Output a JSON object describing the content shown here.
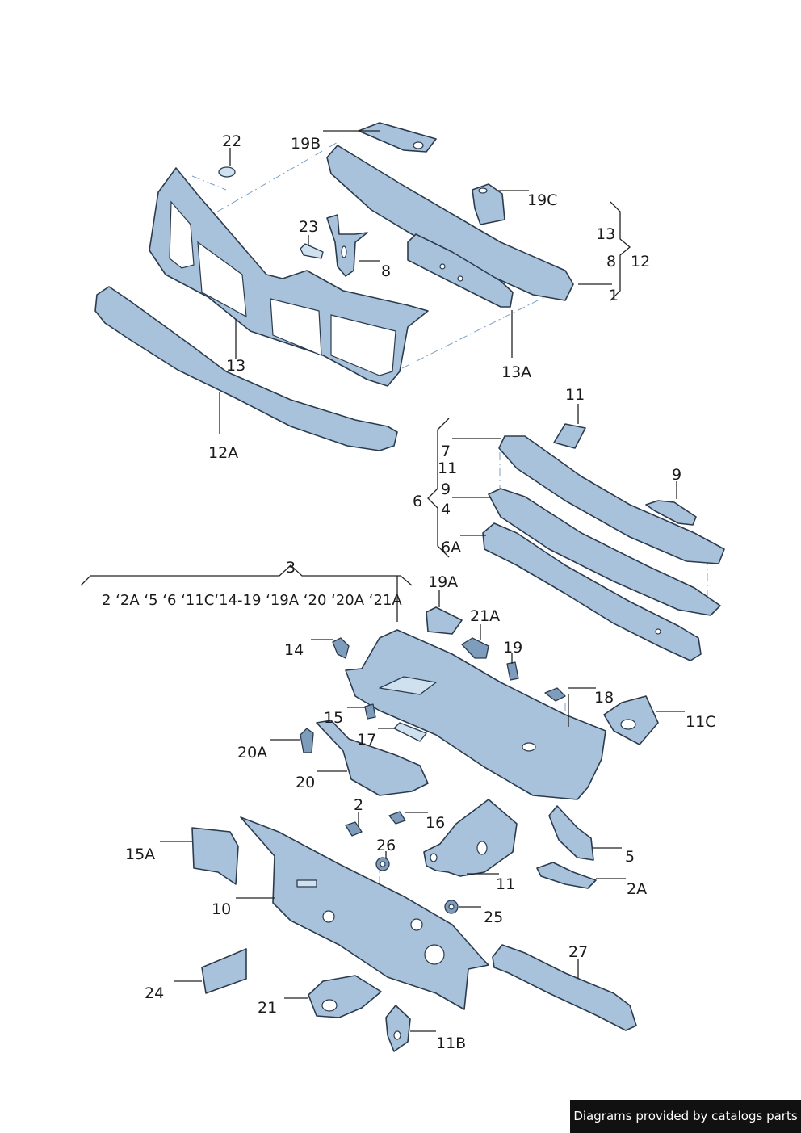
{
  "labels": {
    "l22": "22",
    "l19B": "19B",
    "l19C": "19C",
    "l23": "23",
    "l8": "8",
    "l13top": "13",
    "l8b": "8",
    "l12": "12",
    "l1": "1",
    "l13": "13",
    "l13A": "13A",
    "l12A": "12A",
    "l11top": "11",
    "l7": "7",
    "l11b": "11",
    "l9": "9",
    "l9b": "9",
    "l6": "6",
    "l4": "4",
    "l6A": "6A",
    "l3": "3",
    "l19A": "19A",
    "l21A": "21A",
    "l14": "14",
    "l19": "19",
    "l18": "18",
    "l11C": "11C",
    "l15": "15",
    "l17": "17",
    "l20A": "20A",
    "l20": "20",
    "l2": "2",
    "l16": "16",
    "l26": "26",
    "l5": "5",
    "l15A": "15A",
    "l11mid": "11",
    "l2A": "2A",
    "l10": "10",
    "l25": "25",
    "l27": "27",
    "l24": "24",
    "l21": "21",
    "l11B": "11B"
  },
  "group3_items": "2 ‘2A  ‘5 ‘6 ‘11C‘14-19   ‘19A  ‘20 ‘20A   ‘21A",
  "footer": "Diagrams provided by catalogs parts",
  "colors": {
    "part": "#a8c2dc",
    "outline": "#2b3b4d",
    "leader": "#222222"
  }
}
